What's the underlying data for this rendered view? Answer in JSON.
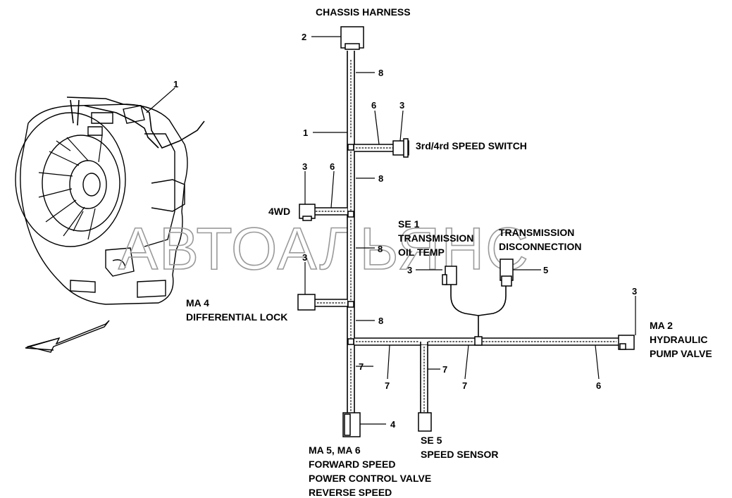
{
  "title": "CHASSIS HARNESS",
  "watermark": "АВТОАЛЬЯНС",
  "labels": {
    "speed_switch": "3rd/4rd SPEED SWITCH",
    "fourwd": "4WD",
    "se1_a": "SE 1",
    "se1_b": "TRANSMISSION",
    "se1_c": "OIL TEMP",
    "disc_a": "TRANSMISSION",
    "disc_b": "DISCONNECTION",
    "ma4_a": "MA 4",
    "ma4_b": "DIFFERENTIAL LOCK",
    "ma2_a": "MA 2",
    "ma2_b": "HYDRAULIC",
    "ma2_c": "PUMP VALVE",
    "ma56_a": "MA 5, MA 6",
    "ma56_b": "FORWARD SPEED",
    "ma56_c": "POWER CONTROL VALVE",
    "ma56_d": "REVERSE SPEED",
    "se5_a": "SE 5",
    "se5_b": "SPEED SENSOR"
  },
  "callouts": {
    "c1_trans": "1",
    "c2": "2",
    "c8_top": "8",
    "c6_top": "6",
    "c3_top": "3",
    "c1_harness": "1",
    "c3_4wd": "3",
    "c6_4wd": "6",
    "c8_mid": "8",
    "c8_center": "8",
    "c3_se1": "3",
    "c5": "5",
    "c3_ma4": "3",
    "c8_low": "8",
    "c3_ma2": "3",
    "c7_a": "7",
    "c7_b": "7",
    "c7_c": "7",
    "c7_d": "7",
    "c6_right": "6",
    "c4": "4"
  }
}
